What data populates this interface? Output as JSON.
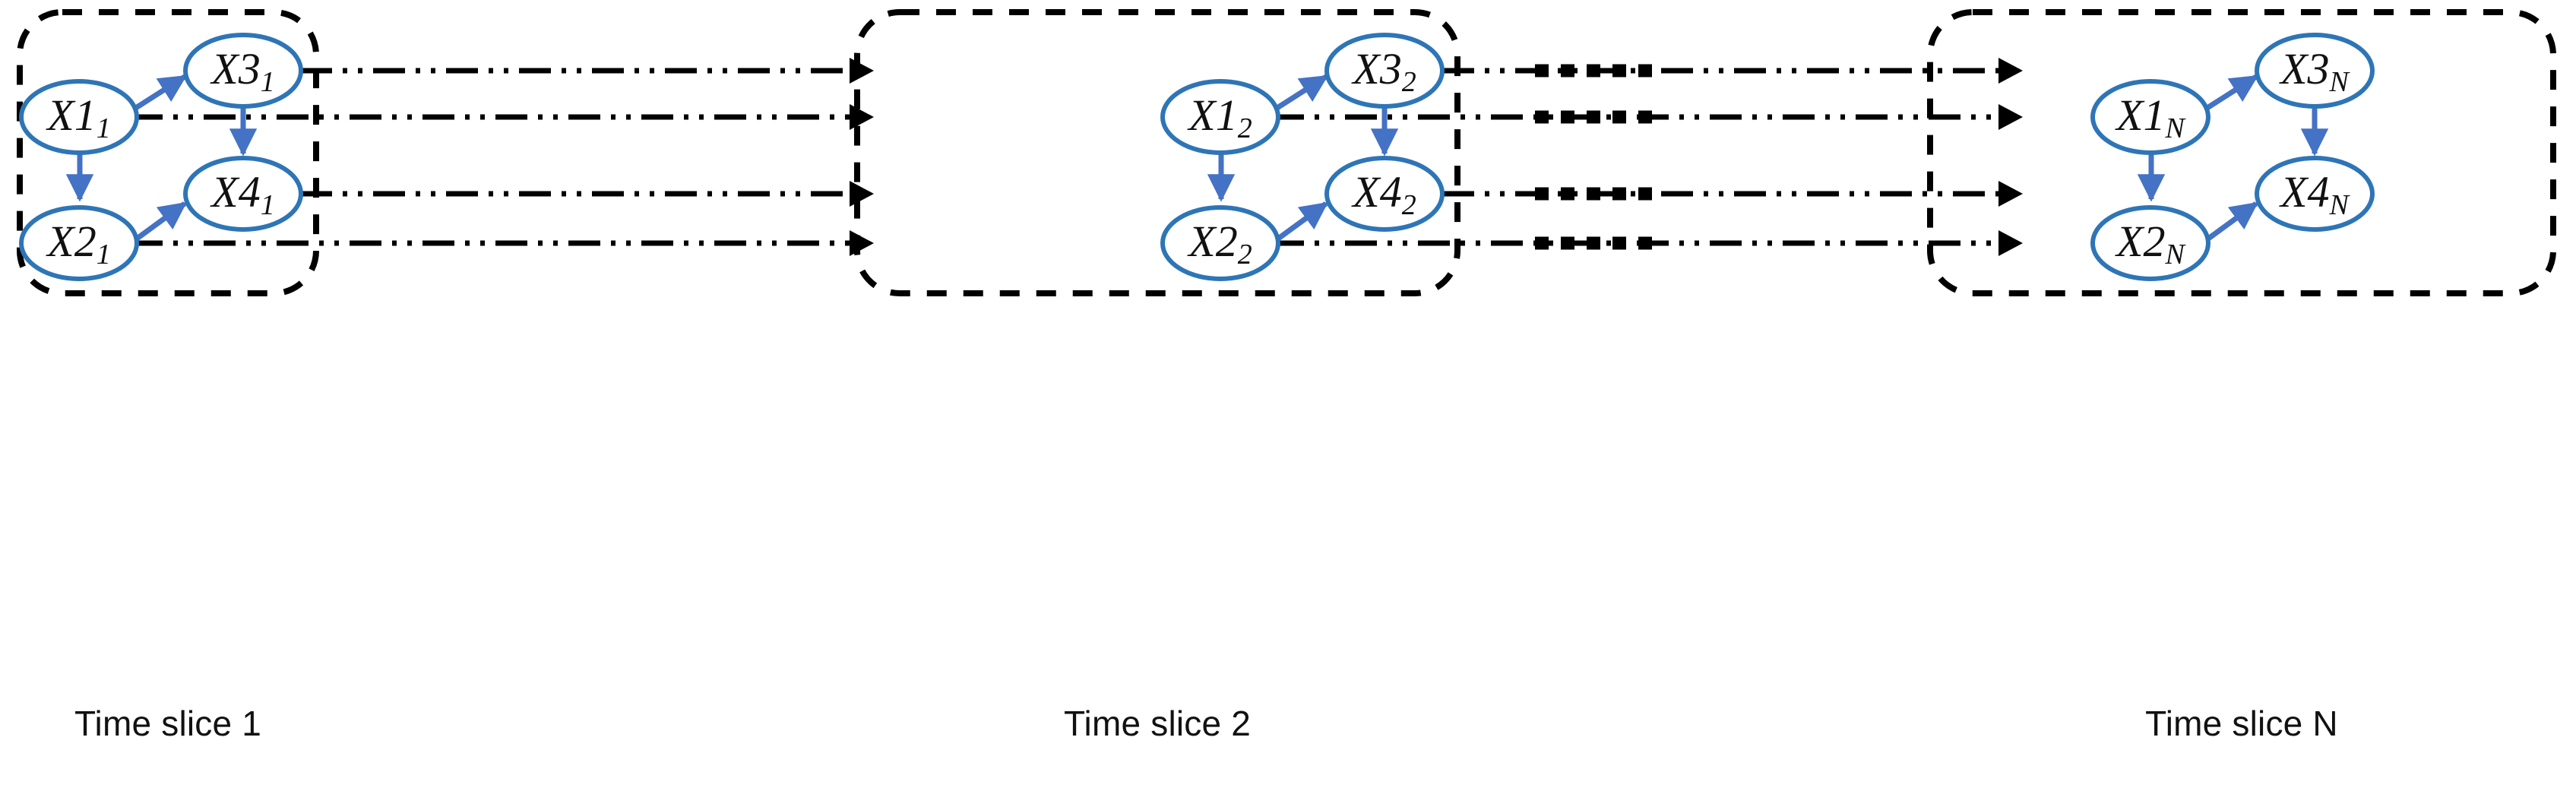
{
  "figure": {
    "type": "dynamic-bayesian-network-unrolled",
    "background_color": "#ffffff",
    "node_stroke_color": "#2E75B6",
    "intra_edge_color": "#4472C4",
    "inter_edge_color": "#000000",
    "slice_border_color": "#000000"
  },
  "slices": [
    {
      "id": "slice-1",
      "label": "Time slice 1",
      "index_label": "1",
      "nodes": [
        {
          "id": "X1_1",
          "base": "X1",
          "sub": "1",
          "sub_italic": false
        },
        {
          "id": "X2_1",
          "base": "X2",
          "sub": "1",
          "sub_italic": false
        },
        {
          "id": "X3_1",
          "base": "X3",
          "sub": "1",
          "sub_italic": false
        },
        {
          "id": "X4_1",
          "base": "X4",
          "sub": "1",
          "sub_italic": false
        }
      ],
      "edges": [
        {
          "from": "X1_1",
          "to": "X3_1"
        },
        {
          "from": "X1_1",
          "to": "X2_1"
        },
        {
          "from": "X3_1",
          "to": "X4_1"
        },
        {
          "from": "X2_1",
          "to": "X4_1"
        }
      ]
    },
    {
      "id": "slice-2",
      "label": "Time slice 2",
      "index_label": "2",
      "nodes": [
        {
          "id": "X1_2",
          "base": "X1",
          "sub": "2",
          "sub_italic": false
        },
        {
          "id": "X2_2",
          "base": "X2",
          "sub": "2",
          "sub_italic": false
        },
        {
          "id": "X3_2",
          "base": "X3",
          "sub": "2",
          "sub_italic": false
        },
        {
          "id": "X4_2",
          "base": "X4",
          "sub": "2",
          "sub_italic": false
        }
      ],
      "edges": [
        {
          "from": "X1_2",
          "to": "X3_2"
        },
        {
          "from": "X1_2",
          "to": "X2_2"
        },
        {
          "from": "X3_2",
          "to": "X4_2"
        },
        {
          "from": "X2_2",
          "to": "X4_2"
        }
      ]
    },
    {
      "id": "slice-n",
      "label": "Time slice N",
      "index_label": "N",
      "nodes": [
        {
          "id": "X1_N",
          "base": "X1",
          "sub": "N",
          "sub_italic": true
        },
        {
          "id": "X2_N",
          "base": "X2",
          "sub": "N",
          "sub_italic": true
        },
        {
          "id": "X3_N",
          "base": "X3",
          "sub": "N",
          "sub_italic": true
        },
        {
          "id": "X4_N",
          "base": "X4",
          "sub": "N",
          "sub_italic": true
        }
      ],
      "edges": [
        {
          "from": "X1_N",
          "to": "X3_N"
        },
        {
          "from": "X1_N",
          "to": "X2_N"
        },
        {
          "from": "X3_N",
          "to": "X4_N"
        },
        {
          "from": "X2_N",
          "to": "X4_N"
        }
      ]
    }
  ],
  "inter_slice_edges": [
    {
      "from": "X1_1",
      "to": "X3_2",
      "style": "dash-dot-dot"
    },
    {
      "from": "X1_1",
      "to": "X1_2",
      "style": "dash-dot-dot"
    },
    {
      "from": "X4_1",
      "to": "X4_2",
      "style": "dash-dot-dot"
    },
    {
      "from": "X2_1",
      "to": "X2_2",
      "style": "dash-dot-dot"
    },
    {
      "from": "X1_2",
      "to": "X3_N",
      "style": "dash-dot-dot"
    },
    {
      "from": "X1_2",
      "to": "X1_N",
      "style": "dash-dot-dot"
    },
    {
      "from": "X4_2",
      "to": "X4_N",
      "style": "dash-dot-dot"
    },
    {
      "from": "X2_2",
      "to": "X2_N",
      "style": "dash-dot-dot"
    }
  ],
  "continuation_marks": {
    "count": 4,
    "style": "thick-square-dots",
    "meaning": "ellipsis-between-slice-2-and-slice-N"
  },
  "node_labels": {
    "X1": "X1",
    "X2": "X2",
    "X3": "X3",
    "X4": "X4"
  }
}
